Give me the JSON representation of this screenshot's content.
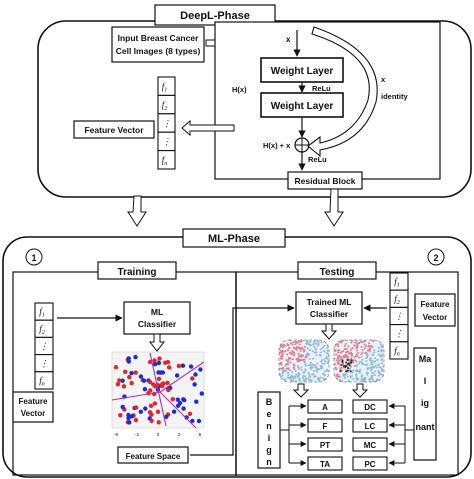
{
  "phases": {
    "deep": "DeepL-Phase",
    "ml": "ML-Phase"
  },
  "deep": {
    "input_line1": "Input Breast Cancer",
    "input_line2": "Cell Images (8 types)",
    "x": "x",
    "weight_layer": "Weight Layer",
    "relu": "ReLu",
    "hx": "H(x)",
    "hx_plus_x": "H(x) + x",
    "x_identity": "x",
    "identity": "identity",
    "residual_block": "Residual Block",
    "feature_vector": "Feature Vector",
    "vector_entries": [
      "f",
      "f",
      "⋮",
      "⋮",
      "f"
    ],
    "vector_subs": [
      "1",
      "2",
      "",
      "",
      "n"
    ]
  },
  "ml": {
    "badge1": "1",
    "badge2": "2",
    "training": "Training",
    "testing": "Testing",
    "ml_classifier_1": "ML",
    "ml_classifier_2": "Classifier",
    "trained_1": "Trained ML",
    "trained_2": "Classifier",
    "feature_word": "Feature",
    "vector_word": "Vector",
    "feature_space": "Feature Space",
    "benign_letters": [
      "B",
      "e",
      "n",
      "i",
      "g",
      "n"
    ],
    "malignant_words": [
      "Ma",
      "l",
      "ig",
      "nant"
    ],
    "benign_classes": [
      "A",
      "F",
      "PT",
      "TA"
    ],
    "malignant_classes": [
      "DC",
      "LC",
      "MC",
      "PC"
    ],
    "scatter_ticks_x": [
      "-5",
      "-2",
      "0",
      "2",
      "5"
    ],
    "colors": {
      "red": "#e8222a",
      "blue": "#1d2bd6",
      "purple": "#b02fb8",
      "pink": "#e07a8a",
      "lightblue": "#8fb6d9"
    }
  }
}
